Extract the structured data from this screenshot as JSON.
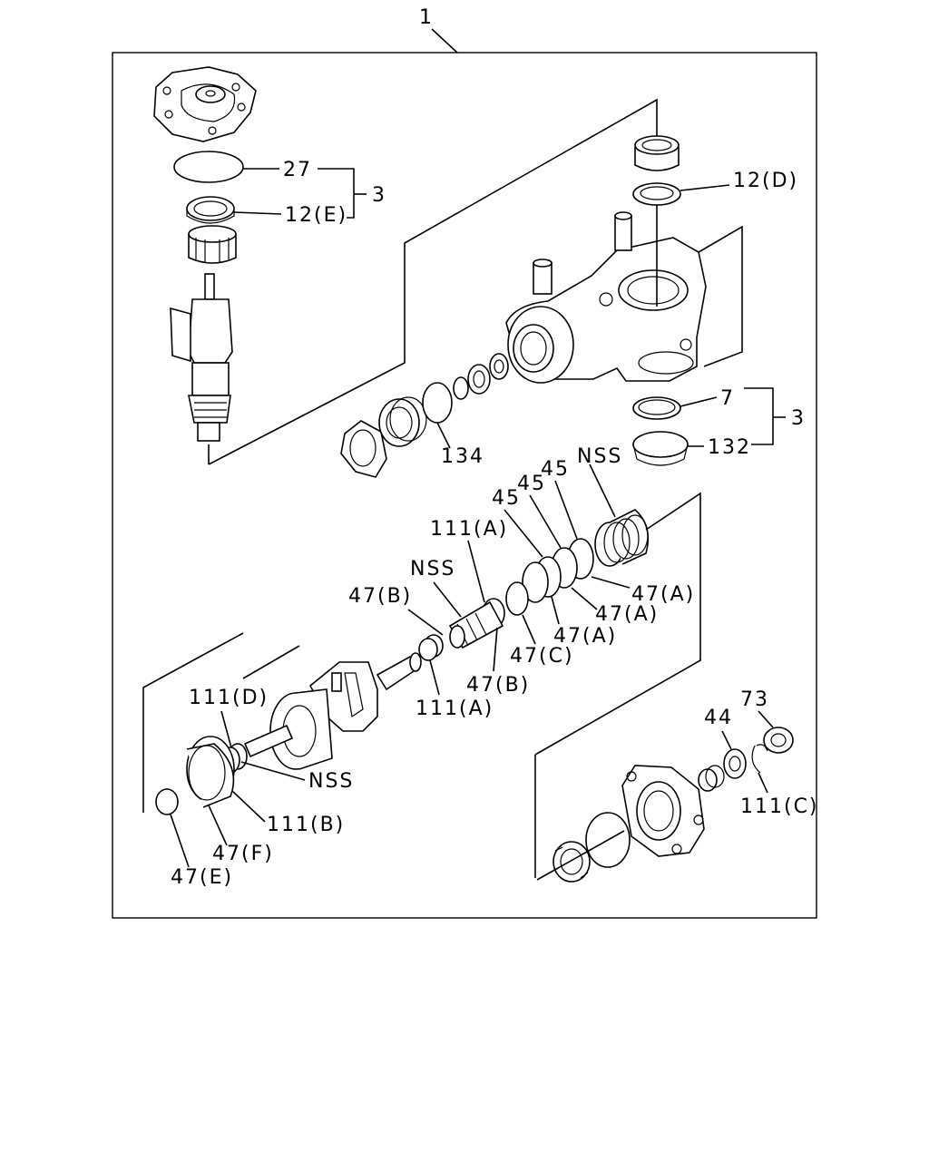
{
  "diagram": {
    "labels": {
      "assembly": "1",
      "kit_top": "3",
      "kit_right": "3",
      "p27": "27",
      "p12e": "12(E)",
      "p12d": "12(D)",
      "p7": "7",
      "p132": "132",
      "p134": "134",
      "nss_right": "NSS",
      "p45a": "45",
      "p45b": "45",
      "p45c": "45",
      "p111a_top": "111(A)",
      "nss_mid": "NSS",
      "p47b_top": "47(B)",
      "p47a_1": "47(A)",
      "p47a_2": "47(A)",
      "p47a_3": "47(A)",
      "p47c": "47(C)",
      "p47b_bot": "47(B)",
      "p111a_bot": "111(A)",
      "p111d": "111(D)",
      "nss_left": "NSS",
      "p111b": "111(B)",
      "p47f": "47(F)",
      "p47e": "47(E)",
      "p73": "73",
      "p44": "44",
      "p111c": "111(C)"
    }
  }
}
